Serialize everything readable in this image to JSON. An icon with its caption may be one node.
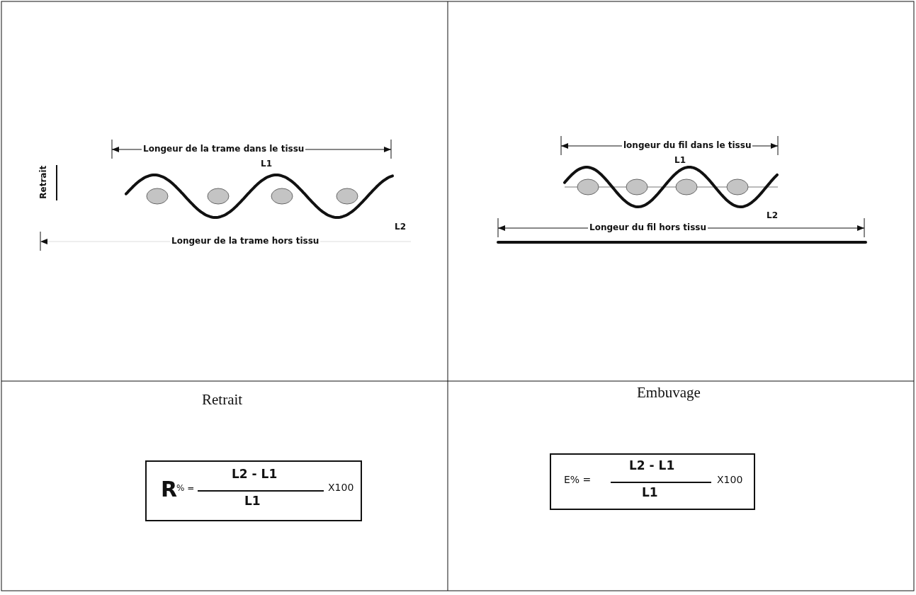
{
  "diagram": {
    "nodes": [
      {
        "text": [
          "R",
          "% =",
          "L2 - L1",
          "L1",
          "X100"
        ]
      },
      {
        "text": [
          "E% =",
          "L2 - L1",
          "L1",
          "X100"
        ]
      }
    ],
    "edges": [],
    "labels": [
      "Retrait",
      "Longeur de la trame dans le tissu",
      "L1",
      "L2",
      "Longeur de la trame hors tissu",
      "longeur du fil dans le tissu",
      "L1",
      "L2",
      "Longeur du fil hors tissu",
      "Retrait",
      "Embuvage"
    ]
  }
}
